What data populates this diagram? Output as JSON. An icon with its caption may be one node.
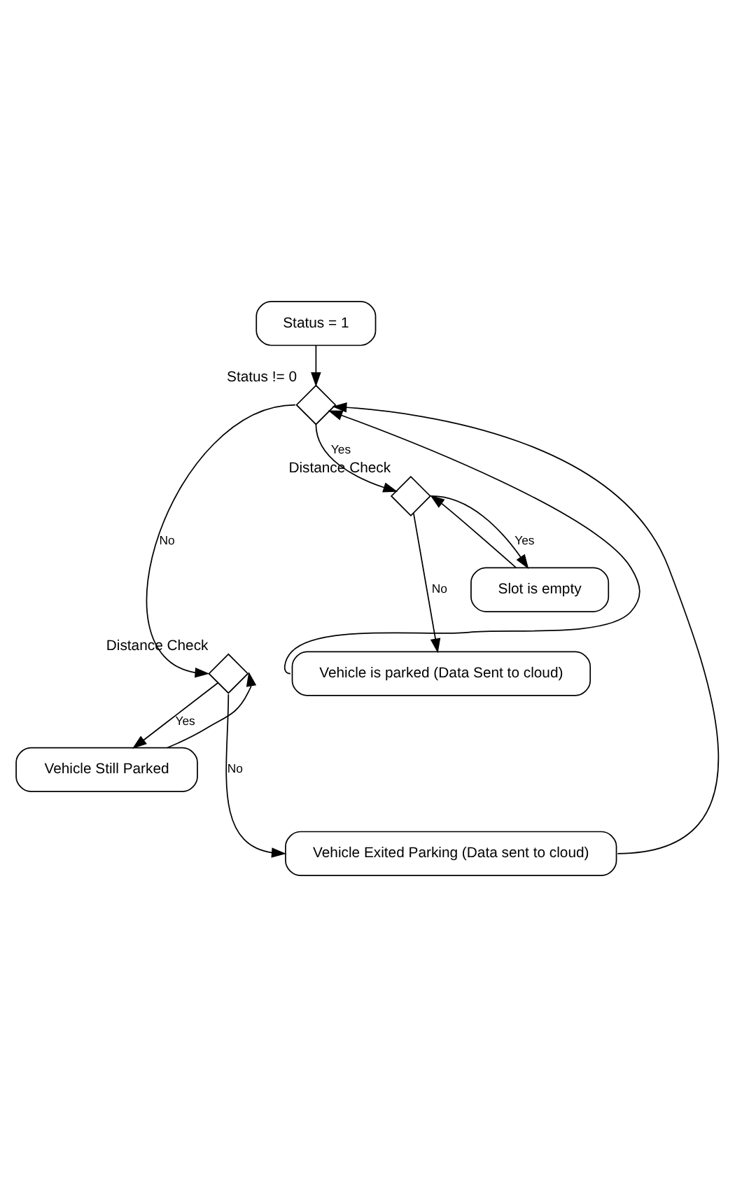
{
  "diagram": {
    "nodes": [
      {
        "text": [
          "Status = 1"
        ]
      },
      {
        "text": [],
        "shape": "diamond",
        "beside": [
          "Status != 0"
        ]
      },
      {
        "text": [],
        "shape": "diamond",
        "beside": [
          "Distance Check"
        ]
      },
      {
        "text": [
          "Slot is empty"
        ]
      },
      {
        "text": [
          "Vehicle is parked (Data Sent to cloud)"
        ]
      },
      {
        "text": [],
        "shape": "diamond",
        "beside": [
          "Distance Check"
        ]
      },
      {
        "text": [
          "Vehicle Still Parked"
        ]
      },
      {
        "text": [
          "Vehicle Exited Parking (Data sent to cloud)"
        ]
      }
    ],
    "edges": [
      {
        "from": 0,
        "to": 1,
        "arrow": "to"
      },
      {
        "from": 1,
        "to": 2,
        "arrow": "to",
        "label": "Yes"
      },
      {
        "from": 1,
        "to": 5,
        "arrow": "to",
        "label": "No"
      },
      {
        "from": 2,
        "to": 3,
        "arrow": "to",
        "label": "Yes"
      },
      {
        "from": 3,
        "to": 2,
        "arrow": "to"
      },
      {
        "from": 2,
        "to": 4,
        "arrow": "to",
        "label": "No"
      },
      {
        "from": 4,
        "to": 1,
        "arrow": "to"
      },
      {
        "from": 5,
        "to": 6,
        "arrow": "to",
        "label": "Yes"
      },
      {
        "from": 6,
        "to": 5,
        "arrow": "to"
      },
      {
        "from": 5,
        "to": 7,
        "arrow": "to",
        "label": "No"
      },
      {
        "from": 7,
        "to": 1,
        "arrow": "to"
      }
    ]
  }
}
